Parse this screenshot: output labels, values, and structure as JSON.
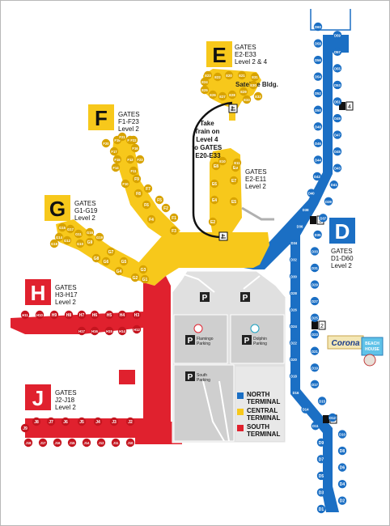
{
  "colors": {
    "north": "#1b6fc4",
    "central": "#f7c81b",
    "south": "#e0212e",
    "parking": "#e0e0e0",
    "garage": "#cfcfcf",
    "outline": "#333333",
    "gate_text": "#ffffff"
  },
  "concourses": [
    {
      "letter": "E",
      "title": "GATES",
      "range": "E2-E33",
      "level": "Level 2 & 4"
    },
    {
      "letter": "F",
      "title": "GATES",
      "range": "F1-F23",
      "level": "Level 2"
    },
    {
      "letter": "G",
      "title": "GATES",
      "range": "G1-G19",
      "level": "Level 2"
    },
    {
      "letter": "H",
      "title": "GATES",
      "range": "H3-H17",
      "level": "Level 2"
    },
    {
      "letter": "J",
      "title": "GATES",
      "range": "J2-J18",
      "level": "Level 2"
    },
    {
      "letter": "D",
      "title": "GATES",
      "range": "D1-D60",
      "level": "Level 2"
    }
  ],
  "e_lower": {
    "title": "GATES",
    "range": "E2-E11",
    "level": "Level 2"
  },
  "satellite_label": "Satellite Bldg.",
  "train_note": [
    "Take",
    "Train on",
    "Level 4",
    "to GATES",
    "E20-E33"
  ],
  "parking": {
    "p_symbol": "P",
    "flamingo": [
      "Flamingo",
      "Parking"
    ],
    "dolphin": [
      "Dolphin",
      "Parking"
    ],
    "south": [
      "South",
      "Parking"
    ]
  },
  "legend": [
    {
      "color": "#1b6fc4",
      "lines": [
        "NORTH",
        "TERMINAL"
      ]
    },
    {
      "color": "#f7c81b",
      "lines": [
        "CENTRAL",
        "TERMINAL"
      ]
    },
    {
      "color": "#e0212e",
      "lines": [
        "SOUTH",
        "TERMINAL"
      ]
    }
  ],
  "ads": {
    "brand": "Corona",
    "beach": [
      "BEACH",
      "HOUSE"
    ]
  },
  "amenities": [
    "1",
    "2",
    "3",
    "4"
  ],
  "gates": {
    "E": [
      "E2",
      "E4",
      "E5",
      "E6",
      "E7",
      "E8",
      "E9",
      "E10",
      "E11",
      "E20",
      "E21",
      "E22",
      "E23",
      "E24",
      "E25",
      "E26",
      "E27",
      "E28",
      "E29",
      "E30",
      "E31",
      "E32",
      "E33"
    ],
    "F": [
      "F1",
      "F2",
      "F3",
      "F4",
      "F5",
      "F6",
      "F7",
      "F8",
      "F9",
      "F10",
      "F11",
      "F12",
      "F14",
      "F15",
      "F16",
      "F17",
      "F18",
      "F19",
      "F20",
      "F21",
      "F22",
      "F23"
    ],
    "G": [
      "G1",
      "G2",
      "G3",
      "G4",
      "G5",
      "G6",
      "G7",
      "G8",
      "G9",
      "G10",
      "G11",
      "G12",
      "G14",
      "G15",
      "G16",
      "G17",
      "G18",
      "G19"
    ],
    "H": [
      "H3",
      "H4",
      "H5",
      "H6",
      "H7",
      "H8",
      "H9",
      "H10",
      "H11",
      "H12",
      "H14",
      "H15",
      "H16",
      "H17"
    ],
    "J": [
      "J2",
      "J3",
      "J4",
      "J5",
      "J6",
      "J7",
      "J8",
      "J9",
      "J10",
      "J11",
      "J12",
      "J14",
      "J15",
      "J16",
      "J17",
      "J18"
    ],
    "D": [
      "D1",
      "D2",
      "D3",
      "D4",
      "D5",
      "D6",
      "D7",
      "D8",
      "D9",
      "D10",
      "D11",
      "D12",
      "D14",
      "D15",
      "D16",
      "D17",
      "D18",
      "D19",
      "D20",
      "D21",
      "D22",
      "D23",
      "D24",
      "D25",
      "D26",
      "D27",
      "D28",
      "D29",
      "D30",
      "D31",
      "D32",
      "D33",
      "D34",
      "D35",
      "D36",
      "D37",
      "D38",
      "D39",
      "D40",
      "D41",
      "D42",
      "D43",
      "D44",
      "D45",
      "D46",
      "D47",
      "D48",
      "D49",
      "D50",
      "D51",
      "D52",
      "D53",
      "D54",
      "D55",
      "D56",
      "D57",
      "D58",
      "D59",
      "D60"
    ]
  }
}
